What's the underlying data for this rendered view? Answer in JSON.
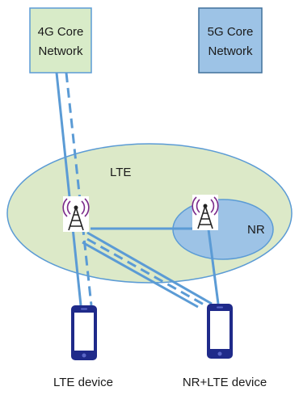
{
  "core_4g": {
    "line1": "4G Core",
    "line2": "Network"
  },
  "core_5g": {
    "line1": "5G Core",
    "line2": "Network"
  },
  "lte_area": {
    "label": "LTE"
  },
  "nr_area": {
    "label": "NR"
  },
  "lte_device": {
    "label": "LTE device"
  },
  "nrlte_device": {
    "label": "NR+LTE device"
  },
  "colors": {
    "box_4g_fill": "#d8ebc8",
    "box_5g_fill": "#9dc3e6",
    "lte_fill": "#dce9c8",
    "nr_fill": "#9dc3e6",
    "link": "#5b9bd5",
    "phone": "#1f2a8a"
  },
  "icons": [
    "antenna-tower-icon",
    "smartphone-icon"
  ]
}
